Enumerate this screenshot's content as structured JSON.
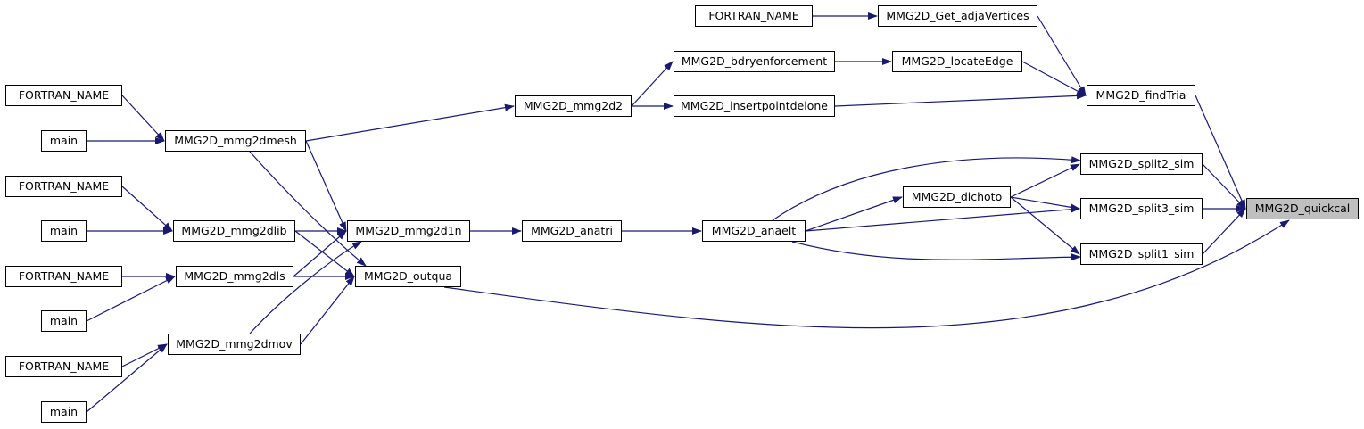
{
  "graph": {
    "edge_color": "#191970",
    "focus_fill": "#bfbfbf",
    "nodes": [
      {
        "id": "ft1",
        "label": "FORTRAN_NAME"
      },
      {
        "id": "getadja",
        "label": "MMG2D_Get_adjaVertices"
      },
      {
        "id": "bdry",
        "label": "MMG2D_bdryenforcement"
      },
      {
        "id": "locate",
        "label": "MMG2D_locateEdge"
      },
      {
        "id": "ft2",
        "label": "FORTRAN_NAME"
      },
      {
        "id": "findtria",
        "label": "MMG2D_findTria"
      },
      {
        "id": "mmg2d2",
        "label": "MMG2D_mmg2d2"
      },
      {
        "id": "insert",
        "label": "MMG2D_insertpointdelone"
      },
      {
        "id": "main1",
        "label": "main"
      },
      {
        "id": "mesh",
        "label": "MMG2D_mmg2dmesh"
      },
      {
        "id": "split2",
        "label": "MMG2D_split2_sim"
      },
      {
        "id": "ft3",
        "label": "FORTRAN_NAME"
      },
      {
        "id": "dichoto",
        "label": "MMG2D_dichoto"
      },
      {
        "id": "quickcal",
        "label": "MMG2D_quickcal",
        "focus": true
      },
      {
        "id": "split3",
        "label": "MMG2D_split3_sim"
      },
      {
        "id": "main2",
        "label": "main"
      },
      {
        "id": "lib",
        "label": "MMG2D_mmg2dlib"
      },
      {
        "id": "d1n",
        "label": "MMG2D_mmg2d1n"
      },
      {
        "id": "anatri",
        "label": "MMG2D_anatri"
      },
      {
        "id": "anaelt",
        "label": "MMG2D_anaelt"
      },
      {
        "id": "split1",
        "label": "MMG2D_split1_sim"
      },
      {
        "id": "ft4",
        "label": "FORTRAN_NAME"
      },
      {
        "id": "dls",
        "label": "MMG2D_mmg2dls"
      },
      {
        "id": "outqua",
        "label": "MMG2D_outqua"
      },
      {
        "id": "main3",
        "label": "main"
      },
      {
        "id": "mov",
        "label": "MMG2D_mmg2dmov"
      },
      {
        "id": "ft5",
        "label": "FORTRAN_NAME"
      },
      {
        "id": "main4",
        "label": "main"
      }
    ],
    "edges": [
      [
        "ft1",
        "getadja"
      ],
      [
        "getadja",
        "findtria"
      ],
      [
        "bdry",
        "locate"
      ],
      [
        "locate",
        "findtria"
      ],
      [
        "mmg2d2",
        "bdry"
      ],
      [
        "mmg2d2",
        "insert"
      ],
      [
        "insert",
        "findtria"
      ],
      [
        "findtria",
        "quickcal"
      ],
      [
        "ft2",
        "mesh"
      ],
      [
        "main1",
        "mesh"
      ],
      [
        "mesh",
        "mmg2d2"
      ],
      [
        "mesh",
        "d1n"
      ],
      [
        "mesh",
        "outqua"
      ],
      [
        "ft3",
        "lib"
      ],
      [
        "main2",
        "lib"
      ],
      [
        "lib",
        "d1n"
      ],
      [
        "lib",
        "outqua"
      ],
      [
        "d1n",
        "anatri"
      ],
      [
        "anatri",
        "anaelt"
      ],
      [
        "anaelt",
        "dichoto"
      ],
      [
        "anaelt",
        "split2"
      ],
      [
        "anaelt",
        "split3"
      ],
      [
        "anaelt",
        "split1"
      ],
      [
        "dichoto",
        "split2"
      ],
      [
        "dichoto",
        "split3"
      ],
      [
        "dichoto",
        "split1"
      ],
      [
        "split2",
        "quickcal"
      ],
      [
        "split3",
        "quickcal"
      ],
      [
        "split1",
        "quickcal"
      ],
      [
        "ft4",
        "dls"
      ],
      [
        "main3",
        "dls"
      ],
      [
        "dls",
        "d1n"
      ],
      [
        "dls",
        "outqua"
      ],
      [
        "ft5",
        "mov"
      ],
      [
        "main4",
        "mov"
      ],
      [
        "mov",
        "d1n"
      ],
      [
        "mov",
        "outqua"
      ],
      [
        "outqua",
        "quickcal"
      ]
    ]
  }
}
